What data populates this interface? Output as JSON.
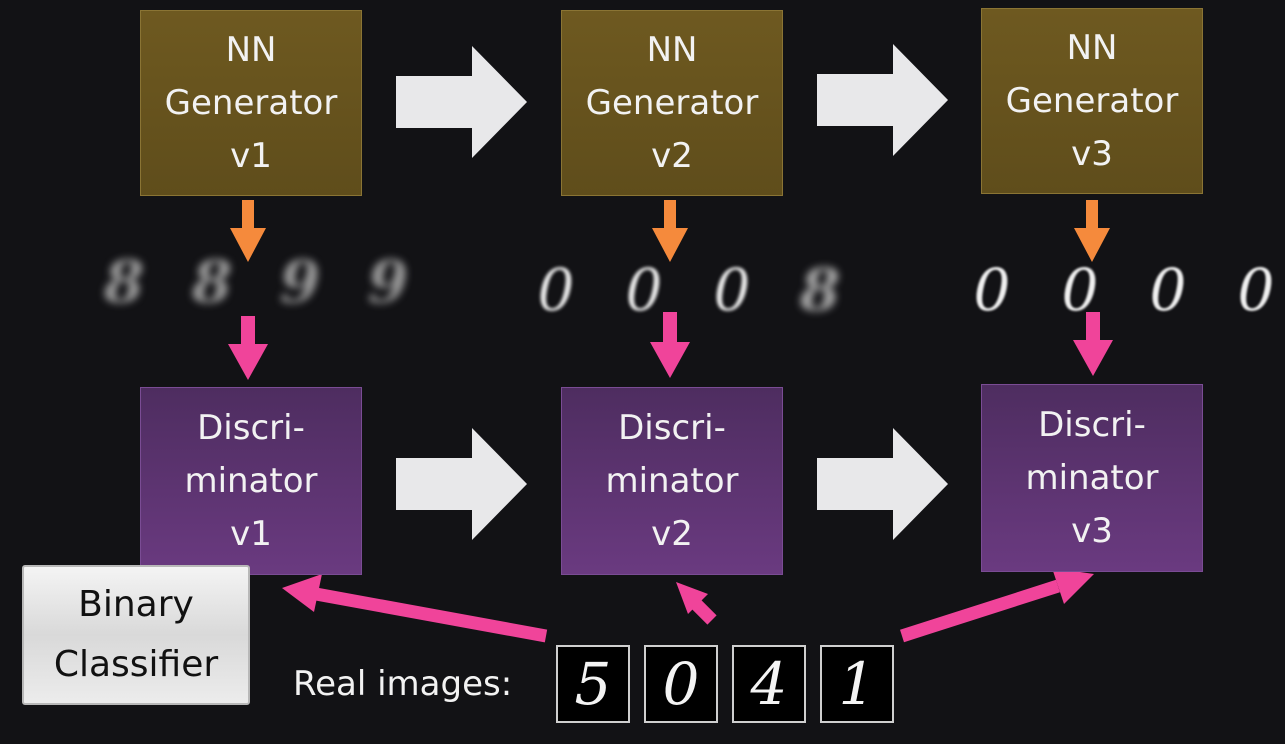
{
  "generators": [
    {
      "lines": [
        "NN",
        "Generator",
        "v1"
      ]
    },
    {
      "lines": [
        "NN",
        "Generator",
        "v2"
      ]
    },
    {
      "lines": [
        "NN",
        "Generator",
        "v3"
      ]
    }
  ],
  "discriminators": [
    {
      "lines": [
        "Discri-",
        "minator",
        "v1"
      ]
    },
    {
      "lines": [
        "Discri-",
        "minator",
        "v2"
      ]
    },
    {
      "lines": [
        "Discri-",
        "minator",
        "v3"
      ]
    }
  ],
  "generated_samples": [
    [
      "8",
      "8",
      "9",
      "9"
    ],
    [
      "0",
      "0",
      "0",
      "8"
    ],
    [
      "0",
      "0",
      "0",
      "0"
    ]
  ],
  "classifier": {
    "lines": [
      "Binary",
      "Classifier"
    ]
  },
  "real_images": {
    "label": "Real images:",
    "digits": [
      "5",
      "0",
      "4",
      "1"
    ]
  },
  "colors": {
    "generator": "#6e5920",
    "discriminator": "#5d3573",
    "orange_arrow": "#f58a3c",
    "pink_arrow": "#f0449a",
    "big_arrow": "#e8e8ea"
  }
}
